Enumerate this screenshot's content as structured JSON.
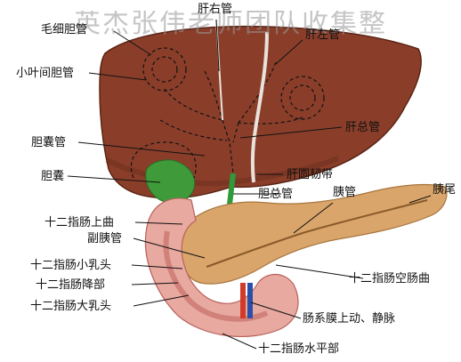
{
  "watermark": "英杰张伟老师团队收集整",
  "labels": {
    "mao_xi_dan_guan": "毛细胆管",
    "gan_you_guan": "肝右管",
    "gan_zuo_guan": "肝左管",
    "xiao_ye_jian_dan_guan": "小叶间胆管",
    "gan_zong_guan": "肝总管",
    "dan_nang_guan": "胆囊管",
    "dan_nang": "胆囊",
    "gan_yuan_ren_dai": "肝圆韧带",
    "dan_zong_guan": "胆总管",
    "yi_guan": "胰管",
    "yi_wei": "胰尾",
    "shi_er_zhi_chang_shang_qu": "十二指肠上曲",
    "fu_yi_guan": "副胰管",
    "shi_er_zhi_chang_xiao_ru_tou": "十二指肠小乳头",
    "shi_er_zhi_chang_kong_chang_qu": "十二指肠空肠曲",
    "shi_er_zhi_chang_jiang_bu": "十二指肠降部",
    "shi_er_zhi_chang_da_ru_tou": "十二指肠大乳头",
    "chang_xi_mo_shang_dong_jing_mai": "肠系膜上动、静脉",
    "shi_er_zhi_chang_shui_ping_bu": "十二指肠水平部"
  },
  "colors": {
    "liver": "#8a3e2a",
    "liver_dark": "#6a2c1c",
    "pancreas": "#d9a56b",
    "duodenum": "#e7a9a0",
    "duodenum_inner": "#c9706a",
    "bile_duct": "#2e9a3a",
    "ligament": "#e8e2da",
    "artery": "#d23a2a",
    "vein": "#2b4ea8"
  }
}
